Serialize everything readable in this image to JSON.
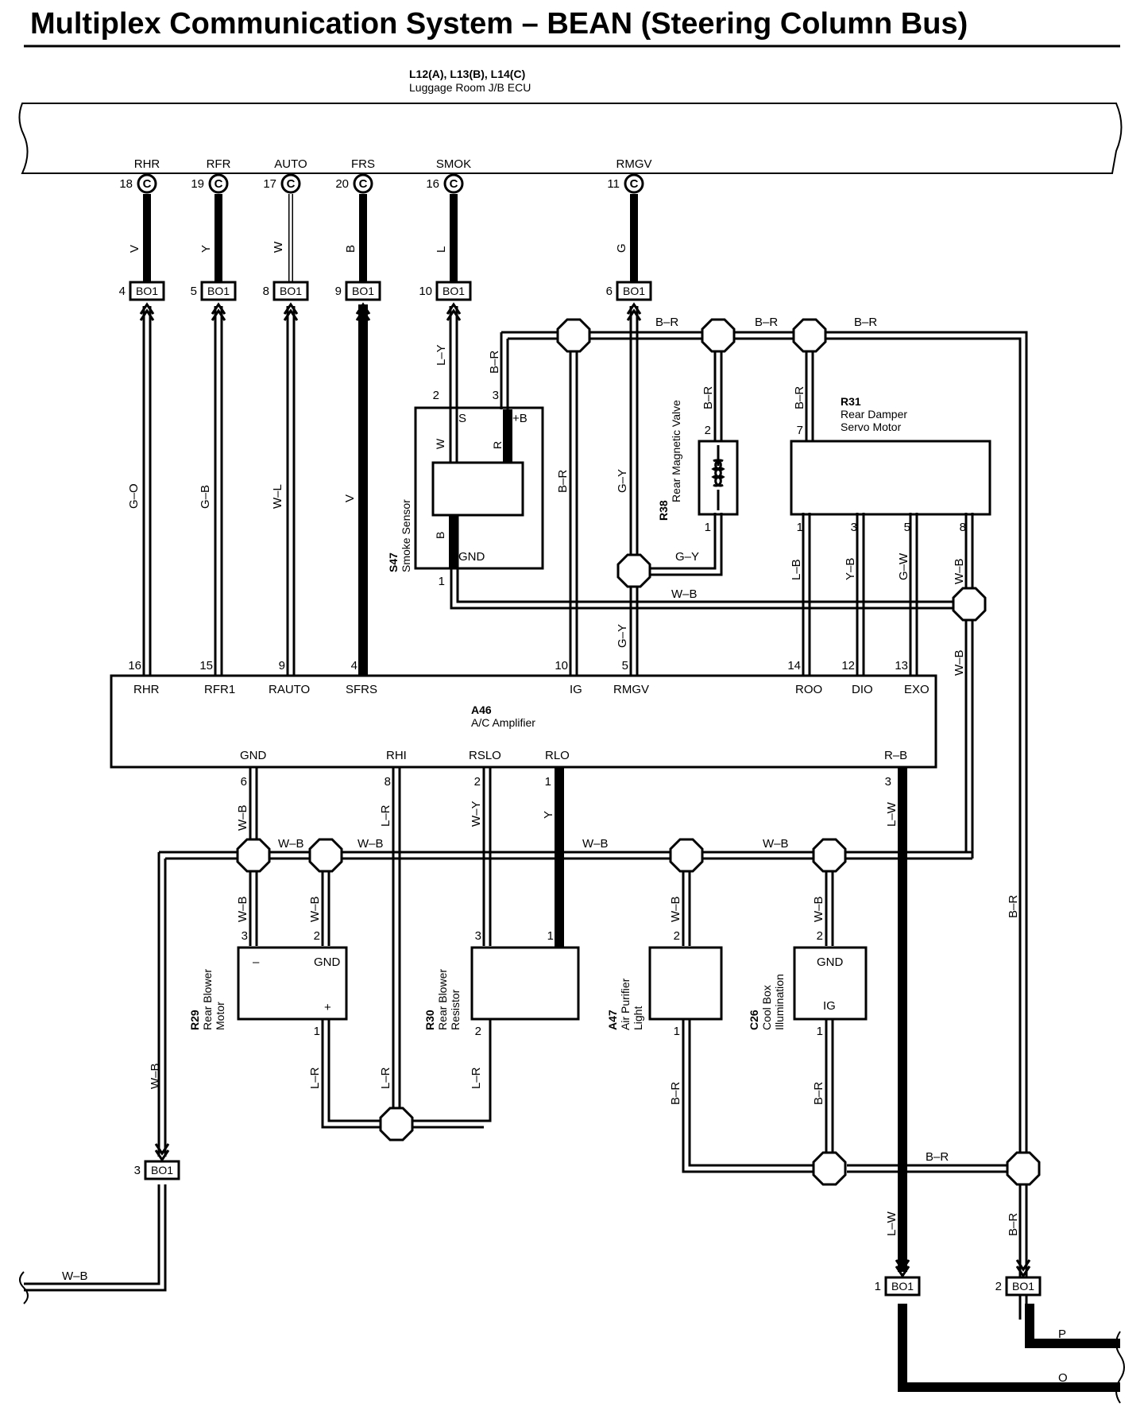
{
  "title": "Multiplex Communication System – BEAN (Steering Column Bus)",
  "ecu": {
    "code": "L12(A), L13(B), L14(C)",
    "name": "Luggage Room J/B ECU"
  },
  "ecu_terminals": [
    {
      "name": "RHR",
      "pin": "18",
      "conn": "C"
    },
    {
      "name": "RFR",
      "pin": "19",
      "conn": "C"
    },
    {
      "name": "AUTO",
      "pin": "17",
      "conn": "C"
    },
    {
      "name": "FRS",
      "pin": "20",
      "conn": "C"
    },
    {
      "name": "SMOK",
      "pin": "16",
      "conn": "C"
    },
    {
      "name": "RMGV",
      "pin": "11",
      "conn": "C"
    }
  ],
  "upper_wires": [
    "V",
    "Y",
    "W",
    "B",
    "L",
    "G"
  ],
  "bo_top": [
    {
      "pin": "4",
      "label": "BO1"
    },
    {
      "pin": "5",
      "label": "BO1"
    },
    {
      "pin": "8",
      "label": "BO1"
    },
    {
      "pin": "9",
      "label": "BO1"
    },
    {
      "pin": "10",
      "label": "BO1"
    },
    {
      "pin": "6",
      "label": "BO1"
    }
  ],
  "mid_wires": [
    "G–O",
    "G–B",
    "W–L",
    "V",
    "L–Y",
    "B–R",
    "B–R",
    "G–Y",
    "B–R",
    "B–R",
    "G–Y",
    "W–B",
    "G–Y",
    "L–B",
    "Y–B",
    "G–W",
    "W–B",
    "W–B"
  ],
  "top_bus_wires": [
    "B–R",
    "B–R",
    "B–R"
  ],
  "smoke_sensor": {
    "code": "S47",
    "name": "Smoke Sensor",
    "terms": [
      "S",
      "+B",
      "GND",
      "W",
      "R",
      "B"
    ],
    "pins": [
      "2",
      "3",
      "1"
    ]
  },
  "magnetic_valve": {
    "code": "R38",
    "name": "Rear Magnetic Valve",
    "pins": [
      "2",
      "1"
    ]
  },
  "damper_motor": {
    "code": "R31",
    "name1": "Rear Damper",
    "name2": "Servo Motor",
    "pins": [
      "7",
      "1",
      "3",
      "5",
      "8"
    ]
  },
  "amplifier": {
    "code": "A46",
    "name": "A/C Amplifier",
    "top_terms": [
      {
        "name": "RHR",
        "pin": "16"
      },
      {
        "name": "RFR1",
        "pin": "15"
      },
      {
        "name": "RAUTO",
        "pin": "9"
      },
      {
        "name": "SFRS",
        "pin": "4"
      },
      {
        "name": "IG",
        "pin": "10"
      },
      {
        "name": "RMGV",
        "pin": "5"
      },
      {
        "name": "ROO",
        "pin": "14"
      },
      {
        "name": "DIO",
        "pin": "12"
      },
      {
        "name": "EXO",
        "pin": "13"
      }
    ],
    "bottom_terms": [
      {
        "name": "GND",
        "pin": "6"
      },
      {
        "name": "RHI",
        "pin": "8"
      },
      {
        "name": "RSLO",
        "pin": "2"
      },
      {
        "name": "RLO",
        "pin": "1"
      },
      {
        "name": "R–B",
        "pin": "3"
      }
    ]
  },
  "lower_wires": [
    "W–B",
    "L–R",
    "W–Y",
    "Y",
    "L–W",
    "W–B",
    "W–B",
    "W–B",
    "W–B",
    "W–B",
    "W–B",
    "W–B",
    "W–B",
    "B–R",
    "L–R",
    "L–R",
    "L–R",
    "B–R",
    "B–R",
    "B–R",
    "L–W",
    "B–R",
    "W–B",
    "W–B",
    "P",
    "O"
  ],
  "blower_motor": {
    "code": "R29",
    "name1": "Rear Blower",
    "name2": "Motor",
    "terms": [
      "–",
      "GND",
      "+"
    ],
    "pins": [
      "3",
      "2",
      "1"
    ]
  },
  "blower_resistor": {
    "code": "R30",
    "name1": "Rear Blower",
    "name2": "Resistor",
    "pins": [
      "3",
      "1",
      "2"
    ]
  },
  "purifier": {
    "code": "A47",
    "name1": "Air Purifier",
    "name2": "Light",
    "pins": [
      "2",
      "1"
    ]
  },
  "coolbox": {
    "code": "C26",
    "name1": "Cool Box",
    "name2": "Illumination",
    "terms": [
      "GND",
      "IG"
    ],
    "pins": [
      "2",
      "1"
    ]
  },
  "bo_bottom": [
    {
      "pin": "3",
      "label": "BO1"
    },
    {
      "pin": "1",
      "label": "BO1"
    },
    {
      "pin": "2",
      "label": "BO1"
    }
  ]
}
